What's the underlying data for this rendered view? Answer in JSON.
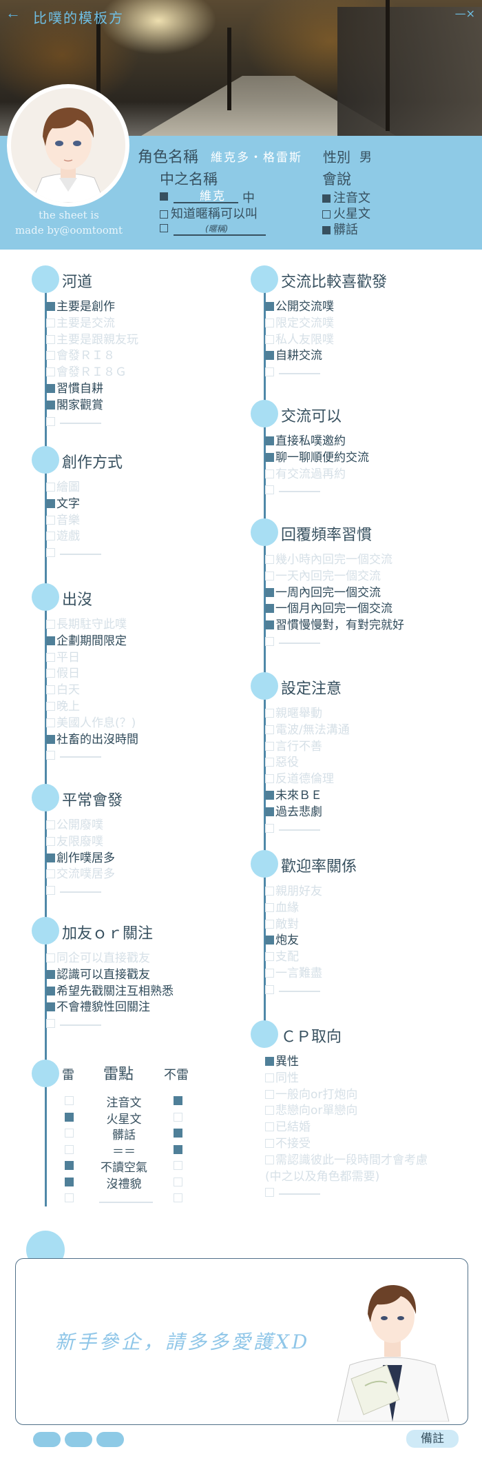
{
  "header": {
    "back_icon": "arrow-left-icon",
    "title": "比噗的模板方",
    "window_controls": "—×"
  },
  "profile": {
    "role_name_label": "角色名稱",
    "role_name_value": "維克多・格雷斯",
    "gender_label": "性別",
    "gender_value": "男",
    "cn_name_label": "中之名稱",
    "cn_name_value": "維克",
    "cn_suffix": "中",
    "nickname_ok": "知道暱稱可以叫",
    "nickname_hint": "(暱稱)",
    "speaks_label": "會說",
    "speaks": [
      {
        "text": "注音文",
        "on": true
      },
      {
        "text": "火星文",
        "on": false
      },
      {
        "text": "髒話",
        "on": true
      }
    ],
    "credit_line1": "the sheet is",
    "credit_line2": "made by@oomtoomt"
  },
  "left_sections": [
    {
      "title": "河道",
      "items": [
        {
          "text": "主要是創作",
          "on": true
        },
        {
          "text": "主要是交流",
          "on": false
        },
        {
          "text": "主要是跟親友玩",
          "on": false
        },
        {
          "text": "會發ＲＩ８",
          "on": false
        },
        {
          "text": "會發ＲＩ８Ｇ",
          "on": false
        },
        {
          "text": "習慣自耕",
          "on": true
        },
        {
          "text": "閣家觀賞",
          "on": true
        },
        {
          "text": "",
          "on": false
        }
      ]
    },
    {
      "title": "創作方式",
      "items": [
        {
          "text": "繪圖",
          "on": false
        },
        {
          "text": "文字",
          "on": true
        },
        {
          "text": "音樂",
          "on": false
        },
        {
          "text": "遊戲",
          "on": false
        },
        {
          "text": "",
          "on": false
        }
      ]
    },
    {
      "title": "出沒",
      "items": [
        {
          "text": "長期駐守此噗",
          "on": false
        },
        {
          "text": "企劃期間限定",
          "on": true
        },
        {
          "text": "平日",
          "on": false
        },
        {
          "text": "假日",
          "on": false
        },
        {
          "text": "白天",
          "on": false
        },
        {
          "text": "晚上",
          "on": false
        },
        {
          "text": "美國人作息(？)",
          "on": false
        },
        {
          "text": "社畜的出沒時間",
          "on": true
        },
        {
          "text": "",
          "on": false
        }
      ]
    },
    {
      "title": "平常會發",
      "items": [
        {
          "text": "公開廢噗",
          "on": false
        },
        {
          "text": "友限廢噗",
          "on": false
        },
        {
          "text": "創作噗居多",
          "on": true
        },
        {
          "text": "交流噗居多",
          "on": false
        },
        {
          "text": "",
          "on": false
        }
      ]
    },
    {
      "title": "加友ｏｒ關注",
      "items": [
        {
          "text": "同企可以直接戳友",
          "on": false
        },
        {
          "text": "認識可以直接戳友",
          "on": true
        },
        {
          "text": "希望先戳關注互相熟悉",
          "on": true
        },
        {
          "text": "不會禮貌性回關注",
          "on": true
        },
        {
          "text": "",
          "on": false
        }
      ]
    }
  ],
  "right_sections": [
    {
      "title": "交流比較喜歡發",
      "items": [
        {
          "text": "公開交流噗",
          "on": true
        },
        {
          "text": "限定交流噗",
          "on": false
        },
        {
          "text": "私人友限噗",
          "on": false
        },
        {
          "text": "自耕交流",
          "on": true
        },
        {
          "text": "",
          "on": false
        }
      ]
    },
    {
      "title": "交流可以",
      "items": [
        {
          "text": "直接私噗邀約",
          "on": true
        },
        {
          "text": "聊一聊順便約交流",
          "on": true
        },
        {
          "text": "有交流過再約",
          "on": false
        },
        {
          "text": "",
          "on": false
        }
      ]
    },
    {
      "title": "回覆頻率習慣",
      "items": [
        {
          "text": "幾小時內回完一個交流",
          "on": false
        },
        {
          "text": "一天內回完一個交流",
          "on": false
        },
        {
          "text": "一周內回完一個交流",
          "on": true
        },
        {
          "text": "一個月內回完一個交流",
          "on": true
        },
        {
          "text": "習慣慢慢對，有對完就好",
          "on": true
        },
        {
          "text": "",
          "on": false
        }
      ]
    },
    {
      "title": "設定注意",
      "items": [
        {
          "text": "親暱舉動",
          "on": false
        },
        {
          "text": "電波/無法溝通",
          "on": false
        },
        {
          "text": "言行不善",
          "on": false
        },
        {
          "text": "惡役",
          "on": false
        },
        {
          "text": "反道德倫理",
          "on": false
        },
        {
          "text": "未來ＢＥ",
          "on": true
        },
        {
          "text": "過去悲劇",
          "on": true
        },
        {
          "text": "",
          "on": false
        }
      ]
    },
    {
      "title": "歡迎率關係",
      "items": [
        {
          "text": "親朋好友",
          "on": false
        },
        {
          "text": "血緣",
          "on": false
        },
        {
          "text": "敵對",
          "on": false
        },
        {
          "text": "炮友",
          "on": true
        },
        {
          "text": "支配",
          "on": false
        },
        {
          "text": "一言難盡",
          "on": false
        },
        {
          "text": "",
          "on": false
        }
      ]
    },
    {
      "title": "ＣＰ取向",
      "items": [
        {
          "text": "異性",
          "on": true
        },
        {
          "text": "同性",
          "on": false
        },
        {
          "text": "一般向or打炮向",
          "on": false
        },
        {
          "text": "悲戀向or單戀向",
          "on": false
        },
        {
          "text": "已結婚",
          "on": false
        },
        {
          "text": "不接受",
          "on": false
        },
        {
          "text": "需認識彼此一段時間才會考慮",
          "on": false
        },
        {
          "text": "(中之以及角色都需要)",
          "on": false,
          "nobox": true
        },
        {
          "text": "",
          "on": false
        }
      ]
    }
  ],
  "mines": {
    "left_header": "雷",
    "title": "雷點",
    "right_header": "不雷",
    "rows": [
      {
        "text": "注音文",
        "mine": false,
        "ok": true
      },
      {
        "text": "火星文",
        "mine": true,
        "ok": false
      },
      {
        "text": "髒話",
        "mine": false,
        "ok": true
      },
      {
        "text": "＝＝",
        "mine": false,
        "ok": true
      },
      {
        "text": "不讀空氣",
        "mine": true,
        "ok": false
      },
      {
        "text": "沒禮貌",
        "mine": true,
        "ok": false
      },
      {
        "text": "",
        "mine": false,
        "ok": false
      }
    ]
  },
  "footer": {
    "slogan": "新手參企，請多多愛護XD",
    "note_button": "備註"
  }
}
